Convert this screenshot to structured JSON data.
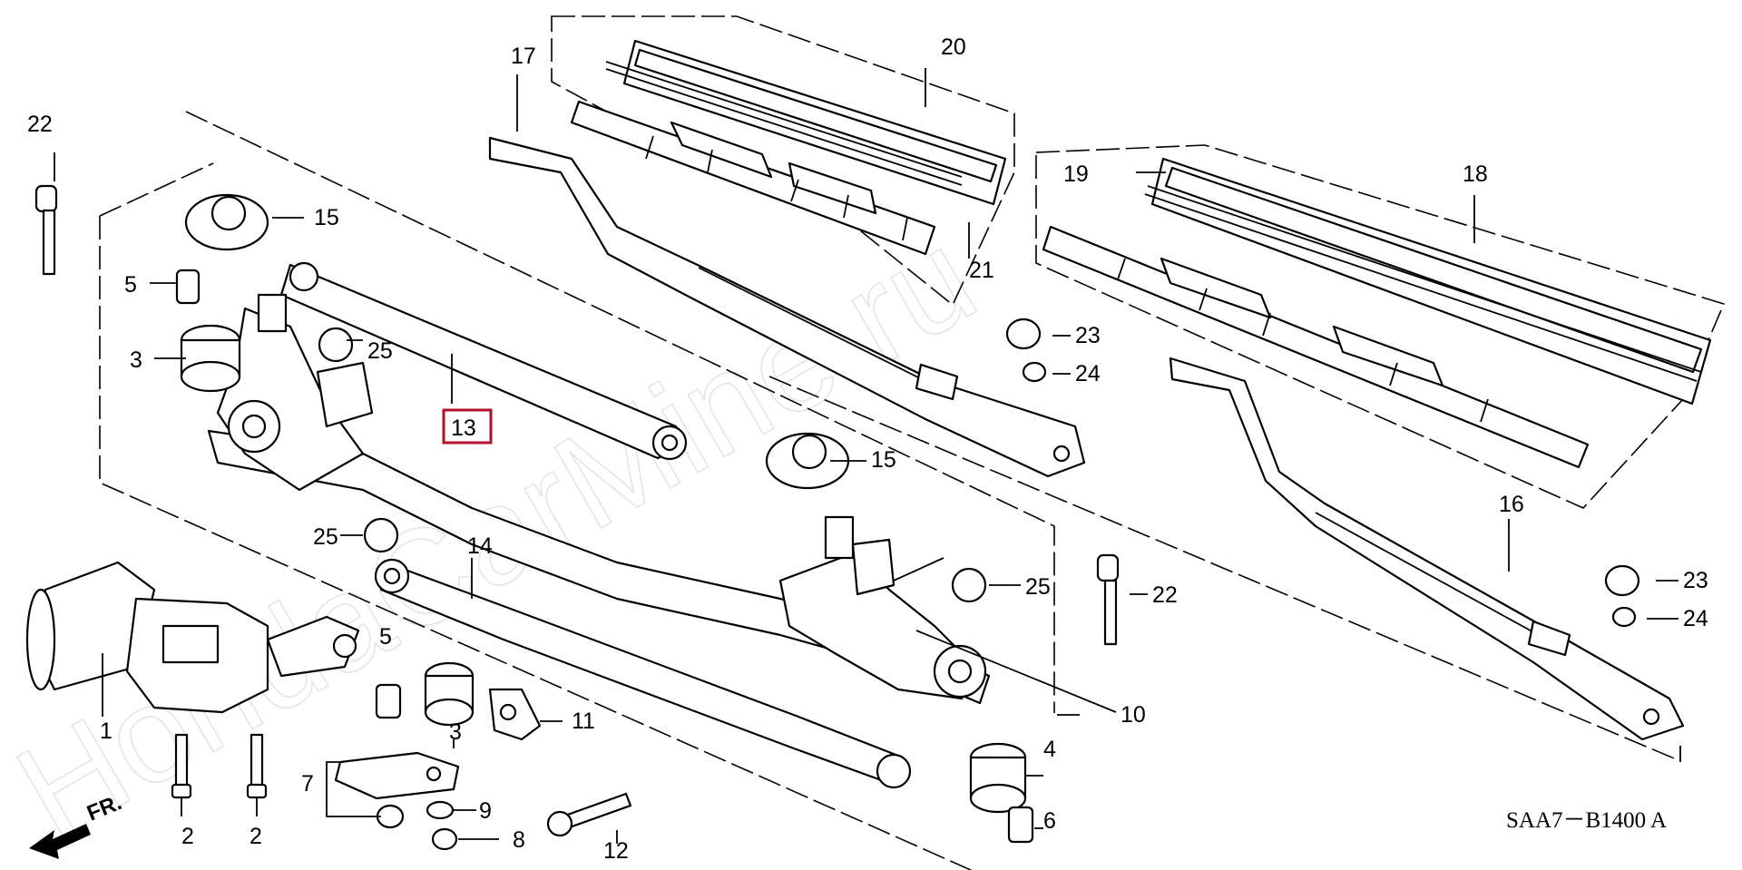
{
  "diagram": {
    "code": "SAA7－B1400 A",
    "direction_label": "FR.",
    "watermark": "HondaCarMine.ru",
    "highlight_color": "#b0102a",
    "labels": {
      "l1": "1",
      "l2a": "2",
      "l2b": "2",
      "l3a": "3",
      "l3b": "3",
      "l4": "4",
      "l5a": "5",
      "l5b": "5",
      "l6": "6",
      "l7": "7",
      "l8": "8",
      "l9": "9",
      "l10": "10",
      "l11": "11",
      "l12": "12",
      "l13": "13",
      "l14": "14",
      "l15a": "15",
      "l15b": "15",
      "l16": "16",
      "l17": "17",
      "l18": "18",
      "l19": "19",
      "l20": "20",
      "l21": "21",
      "l22a": "22",
      "l22b": "22",
      "l23a": "23",
      "l23b": "23",
      "l24a": "24",
      "l24b": "24",
      "l25a": "25",
      "l25b": "25",
      "l25c": "25"
    }
  }
}
